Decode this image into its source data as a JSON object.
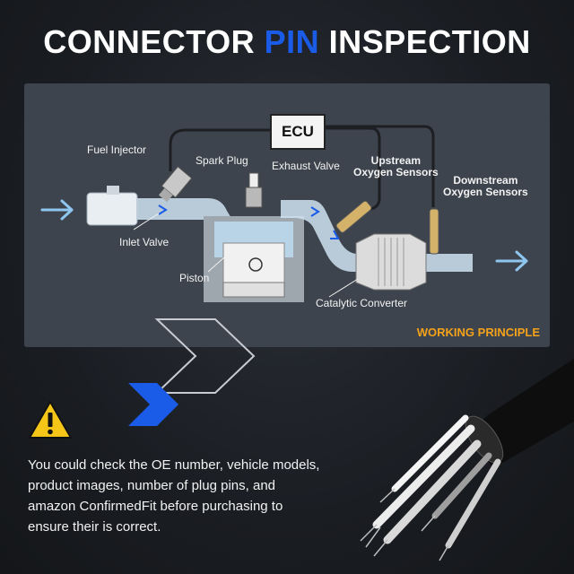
{
  "title": {
    "part1": "CONNECTOR ",
    "accent": "PIN",
    "part2": " INSPECTION"
  },
  "diagram": {
    "ecu": "ECU",
    "labels": {
      "fuel_injector": "Fuel Injector",
      "spark_plug": "Spark Plug",
      "exhaust_valve": "Exhaust Valve",
      "upstream_1": "Upstream",
      "upstream_2": "Oxygen Sensors",
      "downstream_1": "Downstream",
      "downstream_2": "Oxygen Sensors",
      "inlet_valve": "Inlet Valve",
      "piston": "Piston",
      "catalytic_converter": "Catalytic Converter"
    },
    "caption": "WORKING PRINCIPLE"
  },
  "note": "You could check the OE number, vehicle models, product images, number of plug pins, and amazon ConfirmedFit before purchasing to ensure their is correct.",
  "colors": {
    "accent_blue": "#1a5be8",
    "caption_orange": "#f4a21a",
    "warning_yellow": "#f5c518"
  },
  "icons": {
    "warning": "warning-triangle-icon"
  }
}
